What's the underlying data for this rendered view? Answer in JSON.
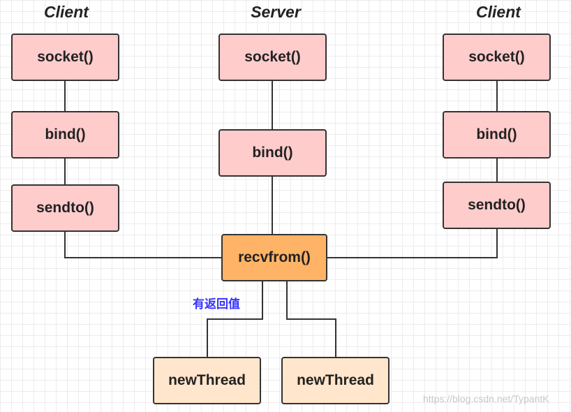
{
  "titles": {
    "left_client": "Client",
    "server": "Server",
    "right_client": "Client"
  },
  "left_client": {
    "socket": "socket()",
    "bind": "bind()",
    "sendto": "sendto()"
  },
  "server": {
    "socket": "socket()",
    "bind": "bind()",
    "recvfrom": "recvfrom()"
  },
  "right_client": {
    "socket": "socket()",
    "bind": "bind()",
    "sendto": "sendto()"
  },
  "threads": {
    "left": "newThread",
    "right": "newThread"
  },
  "note": "有返回值",
  "watermark": "https://blog.csdn.net/TypantK",
  "colors": {
    "client_box": "#ffcccc",
    "recvfrom_box": "#ffb366",
    "thread_box": "#ffe6cc",
    "note_text": "#3333ff"
  }
}
